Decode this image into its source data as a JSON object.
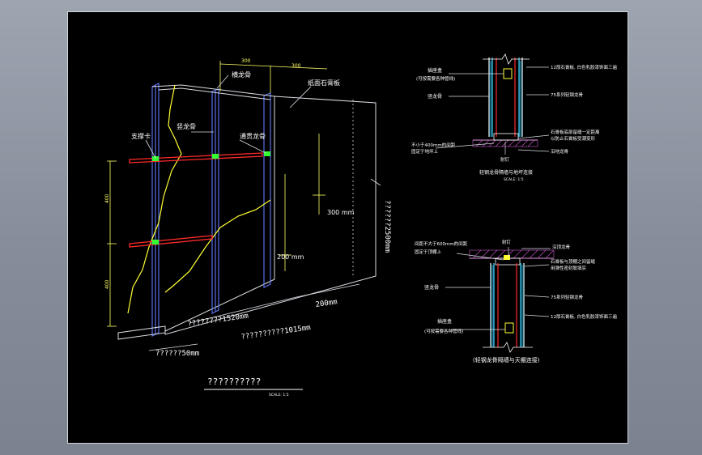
{
  "colors": {
    "background": "#000000",
    "frame": "#d9dde3",
    "stud": "#5b6fe8",
    "gypsum": "#ffff33",
    "brace": "#ff2a2a",
    "clip": "#33ff33",
    "text": "#ffffff",
    "label": "#ffff66",
    "hatch": "#c855c8",
    "insulation": "#3ad2ff"
  },
  "left_drawing": {
    "dims_top": [
      "300",
      "300"
    ],
    "labels": {
      "top_track": "横龙骨",
      "gypsum_board": "纸面石膏板",
      "vertical_stud": "竖龙骨",
      "brace_card": "支撑卡",
      "through_stud": "通贯龙骨"
    },
    "dims": {
      "d300": "300 mm",
      "d200": "200 mm",
      "d1520": "????????1520mm",
      "d200_bottom": "200mm",
      "d1015": "??????????1015mm",
      "d50": "??????50mm",
      "d_height": "??????2500mm",
      "d_left_top": "400",
      "d_left_bottom": "400"
    },
    "title": "??????????",
    "scale": "SCALE:    1:5"
  },
  "top_detail": {
    "labels": {
      "socket": "插座盒",
      "socket_note": "(可按需要各种管线)",
      "vertical_stud": "竖龙骨",
      "board_right": "12厚石膏板, 白色乳胶漆饰面三遍",
      "track_right": "75系列轻钢龙骨",
      "base_note": "不小于400mm的间距",
      "base_note2": "固定于地坪上",
      "sealant": "石膏板底部留缝一定距离",
      "sealant2": "以防止石膏板受潮变形",
      "anchor": "射钉",
      "floor_track": "沿地龙骨"
    },
    "title": "轻钢龙骨隔墙与地坪连接",
    "scale": "SCALE:    1:5"
  },
  "bottom_detail": {
    "labels": {
      "top_note": "间距不大于600mm的间距",
      "top_note2": "固定于顶棚上",
      "ceiling_anchor": "射钉",
      "ceiling_track": "沿顶龙骨",
      "gap_note": "石膏板与顶棚之间留缝",
      "gap_note2": "用弹性密封胶填实",
      "vertical_stud": "竖龙骨",
      "series": "75系列轻钢龙骨",
      "board": "12厚石膏板, 白色乳胶漆饰面三遍",
      "socket": "插座盒",
      "socket_note": "(可按需要各种管线)"
    },
    "title": "(轻钢龙骨隔墙与天棚连接)"
  }
}
